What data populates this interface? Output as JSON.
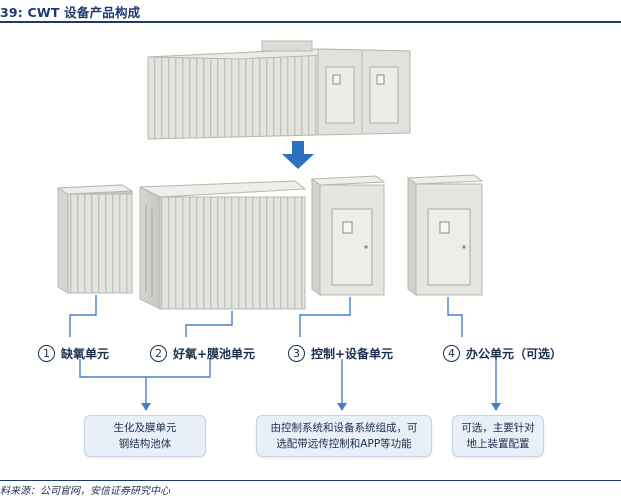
{
  "caption": "39: CWT 设备产品构成",
  "units": [
    {
      "num": "1",
      "label": "缺氧单元"
    },
    {
      "num": "2",
      "label": "好氧+膜池单元"
    },
    {
      "num": "3",
      "label": "控制+设备单元"
    },
    {
      "num": "4",
      "label": "办公单元（可选）"
    }
  ],
  "notes": {
    "structure": [
      "生化及膜单元",
      "钢结构池体"
    ],
    "control": [
      "由控制系统和设备系统组成，可",
      "选配带远传控制和APP等功能"
    ],
    "office": [
      "可选，主要针对",
      "地上装置配置"
    ]
  },
  "source": "料来源：公司官网，安信证券研究中心",
  "colors": {
    "accent": "#1c3a70",
    "arrow": "#2f6fbf",
    "connector": "#4a7fc8",
    "box_fill": "#e9eff7"
  }
}
